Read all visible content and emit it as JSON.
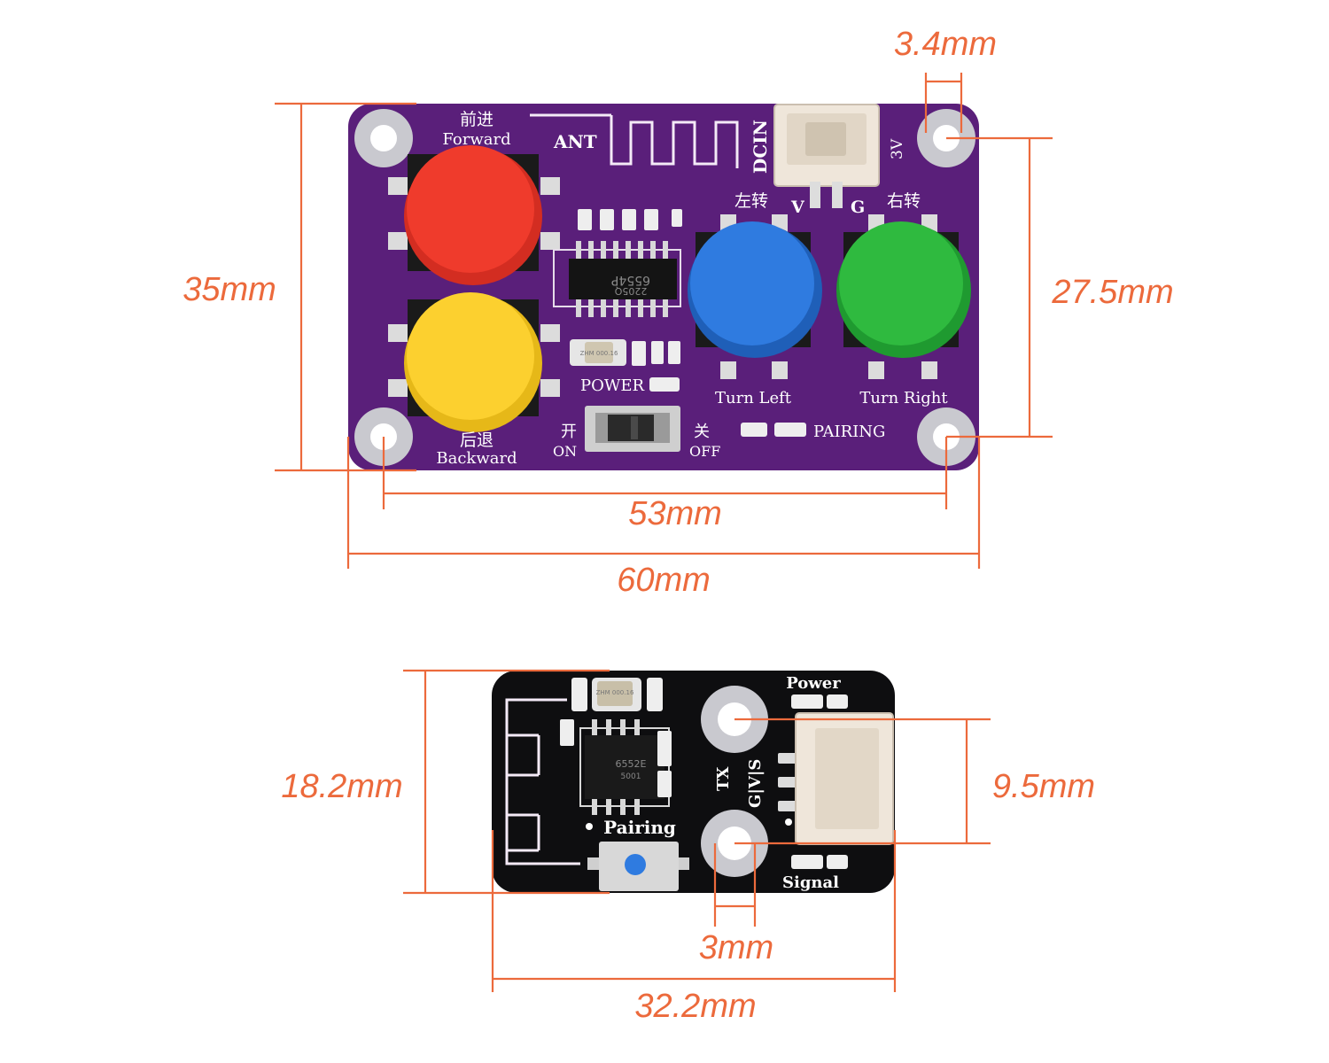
{
  "colors": {
    "dimension": "#ec6a3c",
    "pcb_top": "#5a1f7a",
    "pcb_bottom": "#0e0e10",
    "btn_forward": "#ef3b2c",
    "btn_backward": "#fcd02f",
    "btn_left": "#2f7be0",
    "btn_right": "#2fba3f",
    "pairing_btn": "#2f7be0"
  },
  "dimensions": {
    "hole_spacing_top": "3.4mm",
    "height_total": "35mm",
    "height_holes": "27.5mm",
    "width_holes": "53mm",
    "width_total": "60mm",
    "rx_height": "18.2mm",
    "rx_hole_spacing": "9.5mm",
    "rx_hole_offset": "3mm",
    "rx_width": "32.2mm"
  },
  "controller": {
    "forward_cn": "前进",
    "forward_en": "Forward",
    "backward_cn": "后退",
    "backward_en": "Backward",
    "left_cn": "左转",
    "left_en": "Turn Left",
    "right_cn": "右转",
    "right_en": "Turn Right",
    "ant": "ANT",
    "dcin": "DCIN",
    "volt": "3V",
    "pin_v": "V",
    "pin_g": "G",
    "power": "POWER",
    "on_cn": "开",
    "on_en": "ON",
    "off_cn": "关",
    "off_en": "OFF",
    "pairing": "PAIRING",
    "chip": "6554P",
    "chip_code": "2205Q",
    "crystal": "ZHM 000.16"
  },
  "receiver": {
    "power": "Power",
    "signal": "Signal",
    "pairing": "Pairing",
    "tx": "TX",
    "pins": "G|V|S",
    "chip": "6552E",
    "chip_code": "5001",
    "crystal": "ZHM 000.16"
  }
}
